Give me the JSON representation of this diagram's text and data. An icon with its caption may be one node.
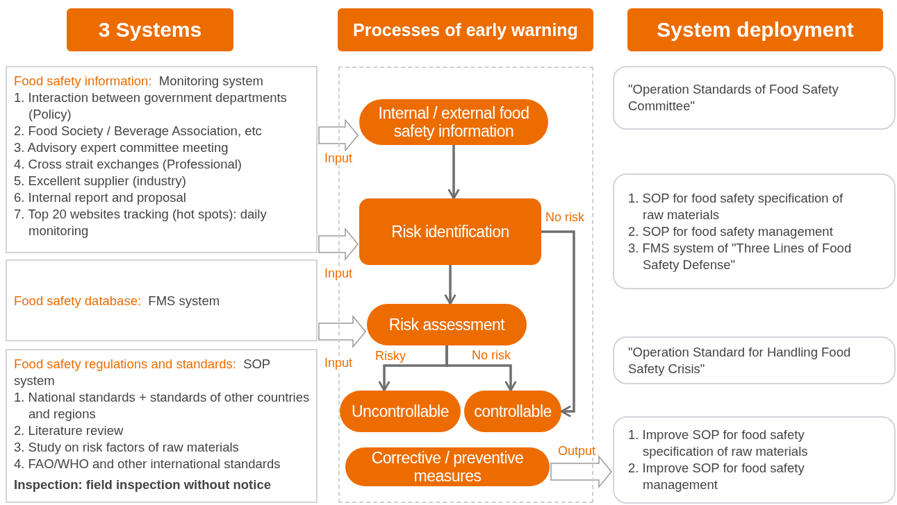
{
  "diagram": {
    "nodes": [
      {
        "text": [
          "3 Systems"
        ]
      },
      {
        "text": [
          "Processes of early warning"
        ]
      },
      {
        "text": [
          "System deployment"
        ]
      },
      {
        "text": [
          "Food safety information:",
          "Monitoring system",
          "1. Interaction between government departments (Policy)",
          "2. Food Society / Beverage Association, etc",
          "3. Advisory expert committee meeting",
          "4. Cross strait exchanges (Professional)",
          "5. Excellent supplier (industry)",
          "6. Internal report and proposal",
          "7. Top 20 websites tracking (hot spots): daily monitoring"
        ]
      },
      {
        "text": [
          "Food safety database:",
          "FMS system"
        ]
      },
      {
        "text": [
          "Food safety regulations and standards:",
          "SOP system",
          "1. National standards + standards of other countries and regions",
          "2. Literature review",
          "3. Study on risk factors of raw materials",
          "4. FAO/WHO and other international standards",
          "Inspection: field inspection without notice"
        ]
      },
      {
        "text": [],
        "shape": "box"
      },
      {
        "text": [
          "Internal / external food safety information"
        ],
        "in": 6
      },
      {
        "text": [
          "Risk identification"
        ],
        "in": 6
      },
      {
        "text": [
          "Risk assessment"
        ],
        "in": 6
      },
      {
        "text": [
          "Uncontrollable"
        ],
        "in": 6
      },
      {
        "text": [
          "controllable"
        ],
        "in": 6
      },
      {
        "text": [
          "Corrective / preventive measures"
        ],
        "in": 6
      },
      {
        "text": [
          "\"Operation Standards of Food Safety Committee\""
        ]
      },
      {
        "text": [
          "1. SOP for food safety specification of raw materials",
          "2. SOP for food safety management",
          "3. FMS system of \"Three Lines of Food Safety Defense\""
        ]
      },
      {
        "text": [
          "\"Operation Standard for Handling Food Safety Crisis\""
        ]
      },
      {
        "text": [
          "1. Improve SOP for food safety specification of raw materials",
          "2. Improve SOP for food safety management"
        ]
      }
    ],
    "edges": [
      {
        "from": 3,
        "to": 7,
        "arrow": "to",
        "label": "Input",
        "style": "thick"
      },
      {
        "from": 3,
        "to": 8,
        "arrow": "to",
        "label": "Input",
        "style": "thick"
      },
      {
        "from": 4,
        "to": 9,
        "arrow": "to",
        "label": "Input",
        "style": "thick"
      },
      {
        "from": 7,
        "to": 8,
        "arrow": "to"
      },
      {
        "from": 8,
        "to": 9,
        "arrow": "to"
      },
      {
        "from": 9,
        "to": 10,
        "arrow": "to",
        "label": "Risky"
      },
      {
        "from": 9,
        "to": 11,
        "arrow": "to",
        "label": "No risk"
      },
      {
        "from": 8,
        "to": 11,
        "arrow": "to",
        "label": "No risk"
      },
      {
        "from": 12,
        "to": 16,
        "arrow": "to",
        "label": "Output",
        "style": "thick"
      }
    ]
  }
}
